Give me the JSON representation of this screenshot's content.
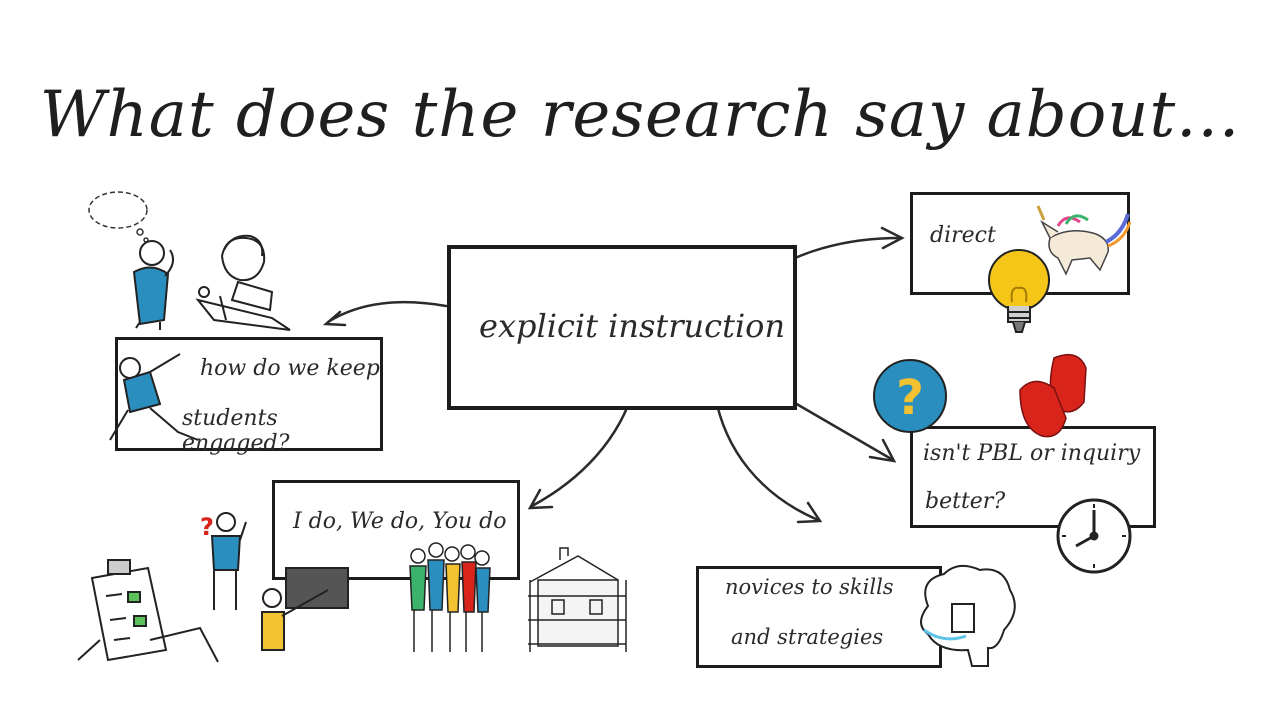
{
  "title": "What does the research say about...",
  "nodes": {
    "central": "explicit instruction",
    "engaged_line1": "how do we keep",
    "engaged_line2": "students engaged?",
    "direct": "direct",
    "pbl_line1": "isn't PBL or inquiry",
    "pbl_line2": "better?",
    "ido": "I do, We do, You do",
    "novices_line1": "novices to skills",
    "novices_line2": "and strategies"
  },
  "colors": {
    "ink": "#1c1c1c",
    "figure_blue": "#2a8fbf",
    "question_circle": "#2a8fbf",
    "question_mark": "#f2c230",
    "bulb_yellow": "#f5c518",
    "glove_red": "#d9241c",
    "question_red": "#d9241c"
  },
  "icons": [
    "thinking-person-icon",
    "thought-bubble-icon",
    "boy-writing-icon",
    "lunging-teacher-icon",
    "unicorn-icon",
    "lightbulb-icon",
    "question-circle-icon",
    "boxing-gloves-icon",
    "clock-icon",
    "clipboard-checklist-icon",
    "confused-person-icon",
    "teacher-pointing-icon",
    "students-group-icon",
    "house-construction-icon",
    "brain-icon"
  ]
}
